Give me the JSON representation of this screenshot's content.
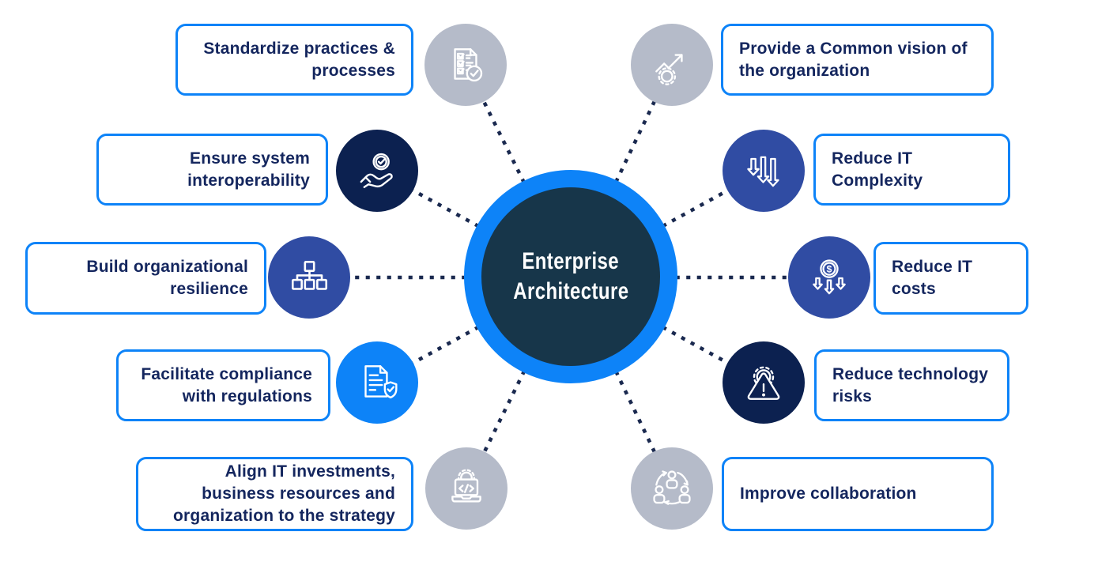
{
  "center": {
    "line1": "Enterprise",
    "line2": "Architecture"
  },
  "left_items": [
    {
      "label": "Standardize practices & processes",
      "icon": "checklist-check-icon",
      "icon_bg": "#b5bbc9"
    },
    {
      "label": "Ensure system interoperability",
      "icon": "hand-check-icon",
      "icon_bg": "#0c2150"
    },
    {
      "label": "Build organizational resilience",
      "icon": "org-chart-icon",
      "icon_bg": "#304ca3"
    },
    {
      "label": "Facilitate compliance with regulations",
      "icon": "document-shield-icon",
      "icon_bg": "#0d83f8"
    },
    {
      "label": "Align IT investments, business resources and organization to the strategy",
      "icon": "laptop-code-icon",
      "icon_bg": "#b5bbc9"
    }
  ],
  "right_items": [
    {
      "label": "Provide a Common vision of the organization",
      "icon": "growth-arrow-gear-icon",
      "icon_bg": "#b5bbc9"
    },
    {
      "label": "Reduce IT Complexity",
      "icon": "down-arrows-icon",
      "icon_bg": "#304ca3"
    },
    {
      "label": "Reduce IT costs",
      "icon": "dollar-down-arrows-icon",
      "icon_bg": "#304ca3"
    },
    {
      "label": "Reduce technology risks",
      "icon": "gear-warning-icon",
      "icon_bg": "#0c2150"
    },
    {
      "label": "Improve collaboration",
      "icon": "people-cycle-icon",
      "icon_bg": "#b5bbc9"
    }
  ],
  "colors": {
    "accent_blue": "#0d83f8",
    "royal_blue": "#304ca3",
    "dark_navy": "#0c2150",
    "icon_gray": "#b5bbc9",
    "center_fill": "#17364a",
    "label_text": "#14265e",
    "connector_dot": "#1a294f",
    "background": "#ffffff"
  }
}
